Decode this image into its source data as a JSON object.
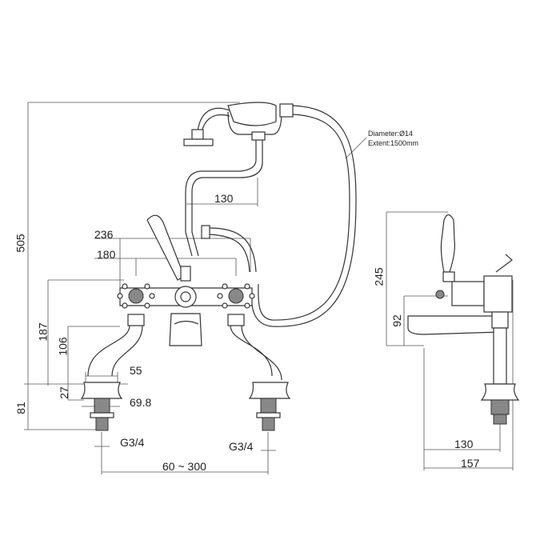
{
  "drawing": {
    "hose_note": {
      "diameter": "Diameter:Ø14",
      "extent": "Extent:1500mm"
    },
    "front_view": {
      "height_total": "505",
      "base_height": "81",
      "handle_center_height": "187",
      "spout_height": "106",
      "collar_height": "27",
      "outer_width": "236",
      "handle_spacing": "180",
      "handset_offset": "130",
      "collar_width": "55",
      "flange_diameter": "69.8",
      "thread_left": "G3/4",
      "thread_right": "G3/4",
      "centres_range": "60 ~ 300"
    },
    "side_view": {
      "height": "245",
      "spout_height": "92",
      "projection": "130",
      "depth": "157"
    }
  }
}
